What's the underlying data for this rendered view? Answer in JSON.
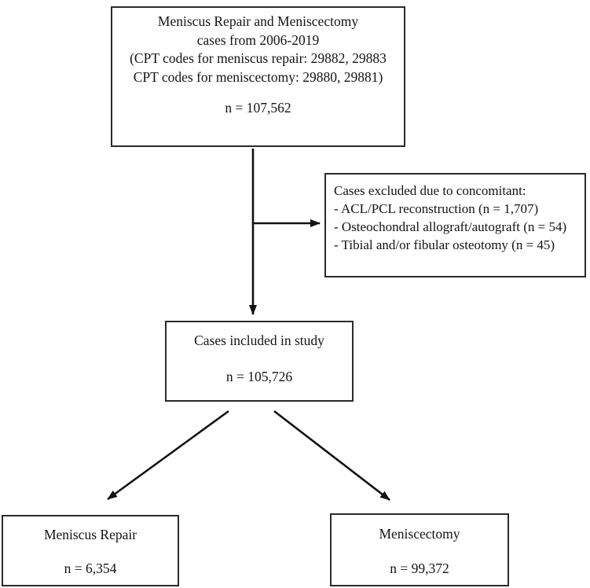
{
  "diagram": {
    "top_box": {
      "lines": [
        "Meniscus Repair and Meniscectomy",
        "cases from 2006-2019",
        "(CPT codes for meniscus repair: 29882, 29883",
        "CPT codes for meniscectomy: 29880, 29881)"
      ],
      "n_label": "n = 107,562"
    },
    "exclusion_box": {
      "title": "Cases excluded due to concomitant:",
      "items": [
        "- ACL/PCL reconstruction (n = 1,707)",
        "- Osteochondral allograft/autograft (n = 54)",
        "- Tibial and/or fibular osteotomy (n = 45)"
      ]
    },
    "included_box": {
      "title": "Cases included in study",
      "n_label": "n = 105,726"
    },
    "repair_box": {
      "title": "Meniscus Repair",
      "n_label": "n = 6,354"
    },
    "meniscectomy_box": {
      "title": "Meniscectomy",
      "n_label": "n = 99,372"
    },
    "colors": {
      "box_border": "#2b2b2b",
      "arrow": "#111111",
      "text": "#141414",
      "background": "#ffffff"
    }
  }
}
